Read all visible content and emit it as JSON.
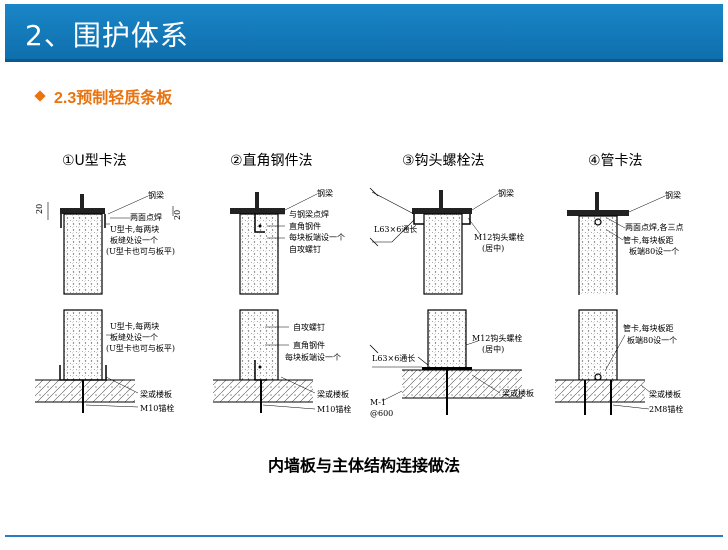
{
  "header": {
    "title": "2、围护体系"
  },
  "section": {
    "title": "2.3预制轻质条板"
  },
  "methods": [
    {
      "title": "①U型卡法",
      "top_labels": [
        "钢梁",
        "两面点焊",
        "U型卡,每两块",
        "板缝处设一个",
        "(U型卡也可与板平)"
      ],
      "bottom_labels": [
        "U型卡,每两块",
        "板缝处设一个",
        "(U型卡也可与板平)",
        "梁或楼板",
        "M10锚栓"
      ],
      "dims": [
        "20",
        "20"
      ]
    },
    {
      "title": "②直角钢件法",
      "top_labels": [
        "钢梁",
        "与钢梁点焊",
        "直角钢件",
        "每块板端设一个",
        "自攻螺钉"
      ],
      "bottom_labels": [
        "自攻螺钉",
        "直角钢件",
        "每块板端设一个",
        "梁或楼板",
        "M10锚栓"
      ]
    },
    {
      "title": "③钩头螺栓法",
      "top_labels": [
        "钢梁",
        "L63×6通长",
        "M12钩头螺栓",
        "(居中)"
      ],
      "bottom_labels": [
        "M12钩头螺栓",
        "(居中)",
        "L63×6通长",
        "梁或楼板",
        "M-1",
        "@600"
      ]
    },
    {
      "title": "④管卡法",
      "top_labels": [
        "钢梁",
        "两面点焊,各三点",
        "管卡,每块板距",
        "板端80设一个"
      ],
      "bottom_labels": [
        "管卡,每块板距",
        "板端80设一个",
        "梁或楼板",
        "2M8锚栓"
      ]
    }
  ],
  "caption": "内墙板与主体结构连接做法"
}
